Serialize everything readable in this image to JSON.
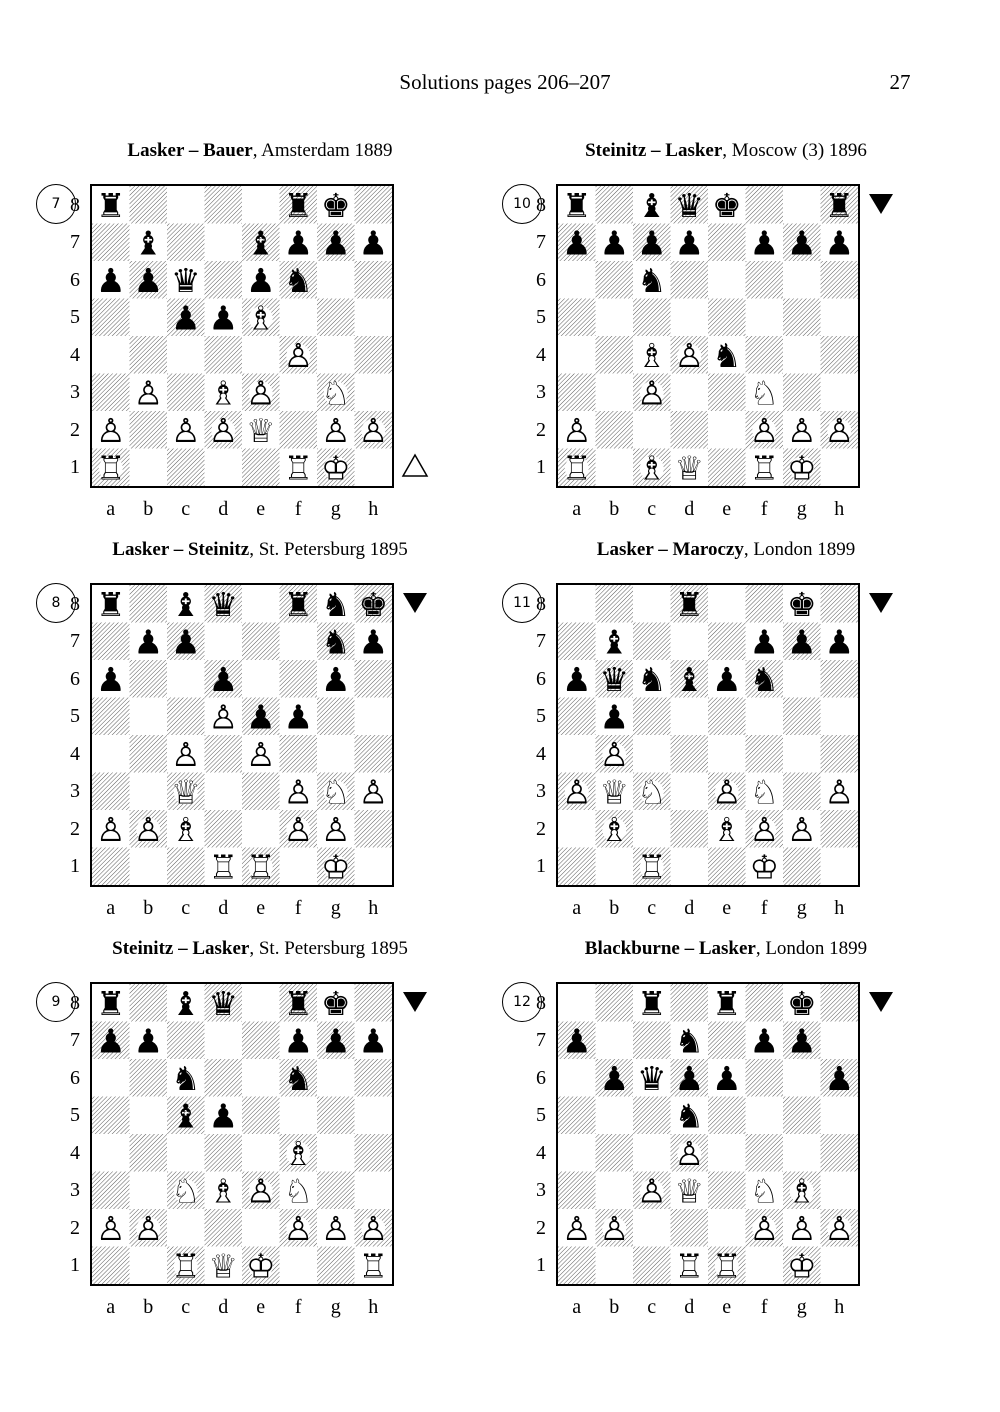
{
  "header": {
    "title": "Solutions pages 206–207",
    "page_number": "27"
  },
  "files": [
    "a",
    "b",
    "c",
    "d",
    "e",
    "f",
    "g",
    "h"
  ],
  "ranks": [
    "8",
    "7",
    "6",
    "5",
    "4",
    "3",
    "2",
    "1"
  ],
  "diagrams": [
    {
      "number": "7",
      "white": "Lasker",
      "black": "Bauer",
      "dash": " – ",
      "location": ", Amsterdam 1889",
      "to_move": "white",
      "rows": [
        "r....rk.",
        ".b..bppp",
        "ppq.pn..",
        "..ppB...",
        ".....P..",
        ".P.BP.N.",
        "P.PPQ.PP",
        "R....RK."
      ]
    },
    {
      "number": "10",
      "white": "Steinitz",
      "black": "Lasker",
      "dash": " – ",
      "location": ", Moscow (3) 1896",
      "to_move": "black",
      "rows": [
        "r.bqk..r",
        "pppp.ppp",
        "..n.....",
        "........",
        "..BPn...",
        "..P..N..",
        "P....PPP",
        "R.BQ.RK."
      ]
    },
    {
      "number": "8",
      "white": "Lasker",
      "black": "Steinitz",
      "dash": " – ",
      "location": ", St. Petersburg 1895",
      "to_move": "black",
      "rows": [
        "r.bq.rnk",
        ".pp...np",
        "p..p..p.",
        "...Ppp..",
        "..P.P...",
        "..Q..PNP",
        "PPB..PP.",
        "...RR.K."
      ]
    },
    {
      "number": "11",
      "white": "Lasker",
      "black": "Maroczy",
      "dash": " – ",
      "location": ", London 1899",
      "to_move": "black",
      "rows": [
        "...r..k.",
        ".b...ppp",
        "pqnbpn..",
        ".p......",
        ".P......",
        "PQN.PN.P",
        ".B..BPP.",
        "..R..K.."
      ]
    },
    {
      "number": "9",
      "white": "Steinitz",
      "black": "Lasker",
      "dash": " – ",
      "location": ", St. Petersburg 1895",
      "to_move": "black",
      "rows": [
        "r.bq.rk.",
        "pp...ppp",
        "..n..n..",
        "..bp....",
        ".....B..",
        "..NBPN..",
        "PP...PPP",
        "..RQK..R"
      ]
    },
    {
      "number": "12",
      "white": "Blackburne",
      "black": "Lasker",
      "dash": " – ",
      "location": ", London 1899",
      "to_move": "black",
      "rows": [
        "..r.r.k.",
        "p..n.pp.",
        ".pqpp..p",
        "...n....",
        "...P....",
        "..PQ.NB.",
        "PP...PPP",
        "...RR.K."
      ]
    }
  ]
}
